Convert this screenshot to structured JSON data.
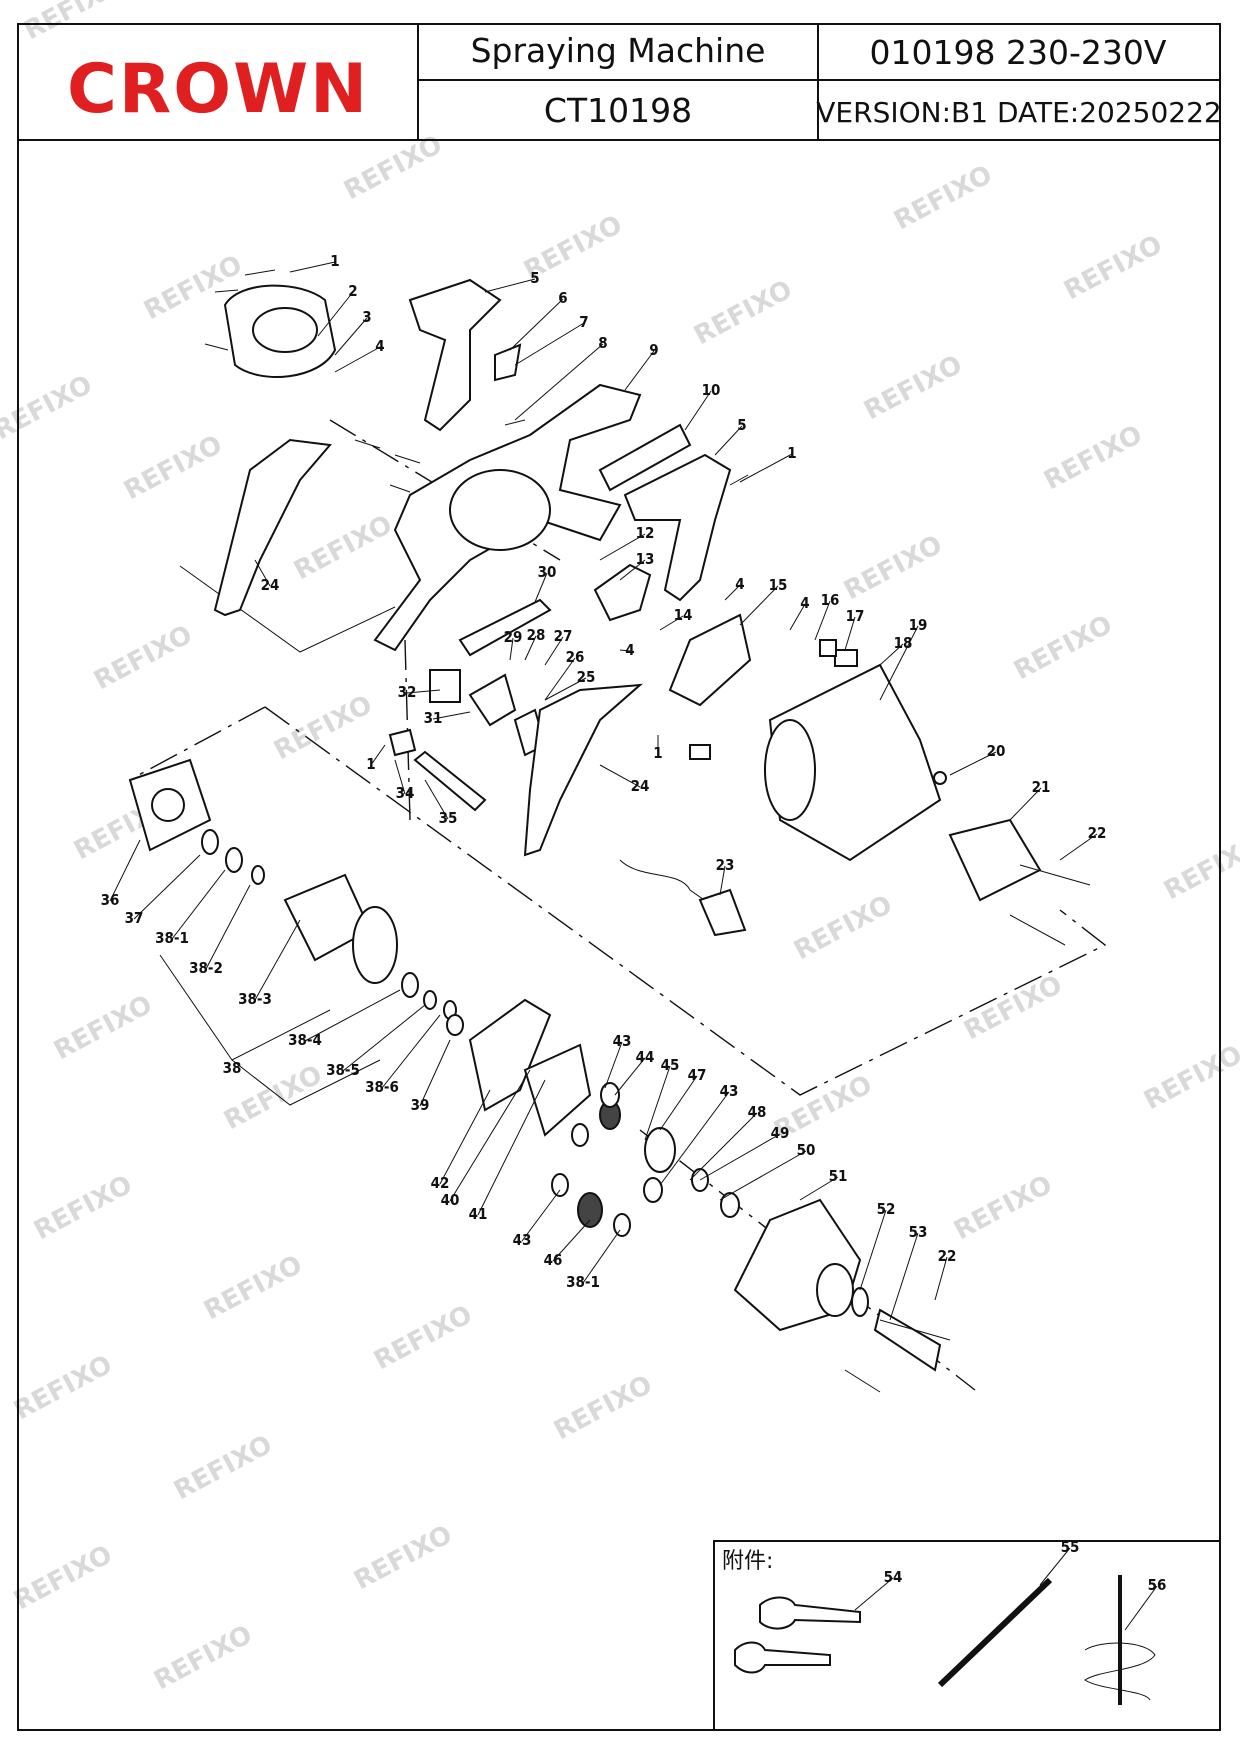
{
  "header": {
    "brand": "CROWN",
    "title": "Spraying Machine",
    "model": "CT10198",
    "code": "010198 230-230V",
    "version": "VERSION:B1 DATE:20250222"
  },
  "watermark": "REFIXO",
  "accessories_label": "附件:",
  "brand_color": "#e02020",
  "part_labels": [
    "1",
    "2",
    "3",
    "4",
    "5",
    "6",
    "7",
    "8",
    "9",
    "10",
    "5",
    "1",
    "12",
    "13",
    "4",
    "15",
    "4",
    "16",
    "17",
    "18",
    "19",
    "14",
    "4",
    "24",
    "30",
    "29",
    "28",
    "27",
    "26",
    "25",
    "32",
    "31",
    "1",
    "1",
    "34",
    "35",
    "24",
    "20",
    "21",
    "22",
    "23",
    "36",
    "37",
    "38-1",
    "38-2",
    "38-3",
    "38-4",
    "38-5",
    "38-6",
    "38",
    "39",
    "42",
    "40",
    "41",
    "43",
    "44",
    "45",
    "47",
    "43",
    "48",
    "49",
    "50",
    "51",
    "43",
    "46",
    "38-1",
    "52",
    "53",
    "22",
    "54",
    "55",
    "56"
  ]
}
